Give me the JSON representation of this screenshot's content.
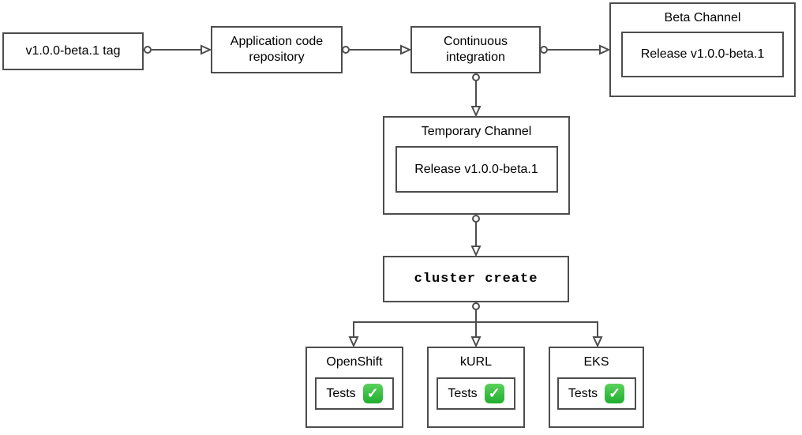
{
  "nodes": {
    "tag": {
      "label": "v1.0.0-beta.1 tag"
    },
    "repo": {
      "label": "Application code repository"
    },
    "ci": {
      "label": "Continuous integration"
    },
    "beta_channel": {
      "title": "Beta Channel",
      "release": "Release v1.0.0-beta.1"
    },
    "temp_channel": {
      "title": "Temporary Channel",
      "release": "Release v1.0.0-beta.1"
    },
    "cluster_create": {
      "label": "cluster create"
    },
    "clusters": [
      {
        "title": "OpenShift",
        "tests_label": "Tests",
        "status": "pass",
        "icon": "check-icon",
        "check_glyph": "✓"
      },
      {
        "title": "kURL",
        "tests_label": "Tests",
        "status": "pass",
        "icon": "check-icon",
        "check_glyph": "✓"
      },
      {
        "title": "EKS",
        "tests_label": "Tests",
        "status": "pass",
        "icon": "check-icon",
        "check_glyph": "✓"
      }
    ]
  },
  "colors": {
    "border": "#4d4d4d",
    "text": "#000000",
    "canvas": "#ffffff",
    "check_green_top": "#5bd15c",
    "check_green_bottom": "#1fae30",
    "check_mark": "#ffffff"
  }
}
